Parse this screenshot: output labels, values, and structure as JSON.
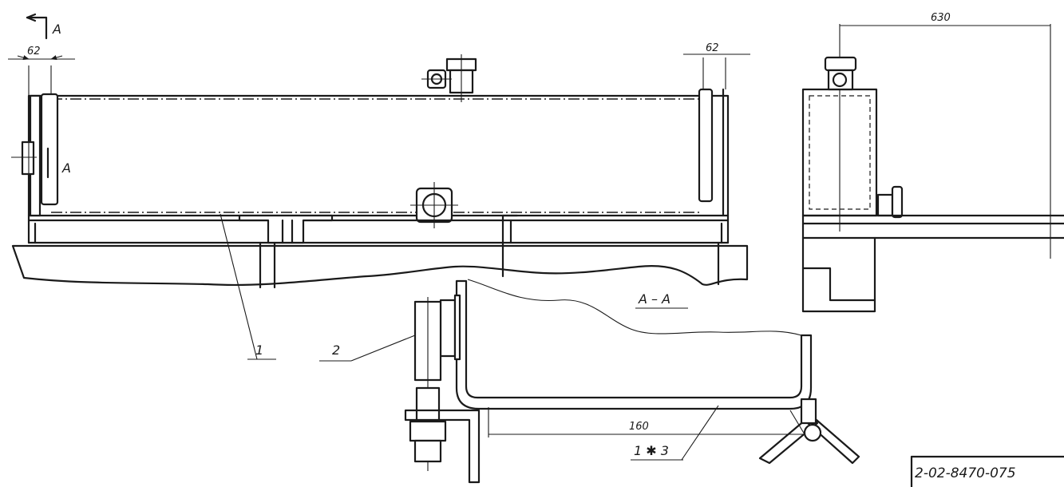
{
  "section_marker": "A",
  "section_marker_lower": "A",
  "section_title": "A – A",
  "dim_left_62": "62",
  "dim_right_62": "62",
  "dim_630": "630",
  "dim_160": "160",
  "callout_1": "1",
  "callout_2": "2",
  "callout_1_3": "1 ✱ 3",
  "drawing_number": "2-02-8470-075",
  "colors": {
    "ink": "#1a1a1a",
    "paper": "#ffffff",
    "hatch": "#1a1a1a"
  }
}
